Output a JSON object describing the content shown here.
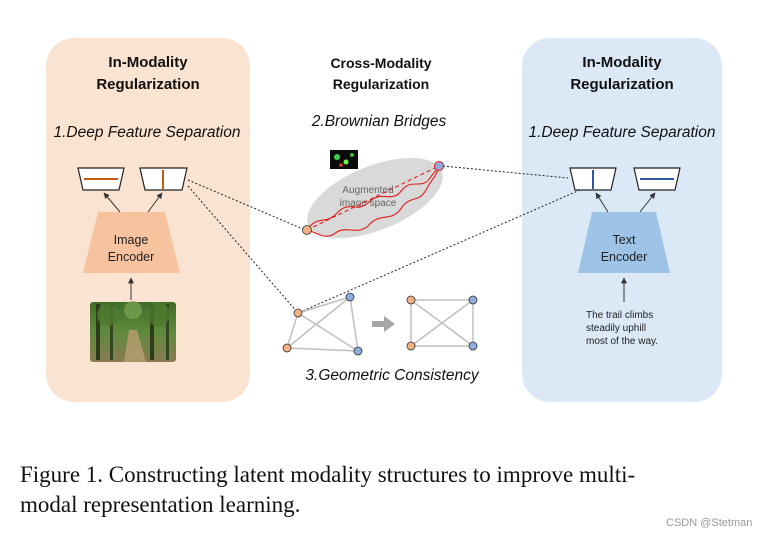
{
  "left_panel": {
    "title_line1": "In-Modality",
    "title_line2": "Regularization",
    "subtitle": "1.Deep Feature Separation",
    "encoder_line1": "Image",
    "encoder_line2": "Encoder"
  },
  "right_panel": {
    "title_line1": "In-Modality",
    "title_line2": "Regularization",
    "subtitle": "1.Deep Feature Separation",
    "encoder_line1": "Text",
    "encoder_line2": "Encoder",
    "text_input_line1": "The trail climbs",
    "text_input_line2": "steadily uphill",
    "text_input_line3": "most of the way."
  },
  "center": {
    "title_line1": "Cross-Modality",
    "title_line2": "Regularization",
    "bridges_label": "2.Brownian Bridges",
    "space_line1": "Augmented",
    "space_line2": "image space",
    "geometric_label": "3.Geometric Consistency"
  },
  "caption": {
    "line1": "Figure 1. Constructing latent modality structures to improve multi-",
    "line2": "modal representation learning."
  },
  "watermark": "CSDN @Stetman",
  "colors": {
    "left_panel_bg": "#fbe3d1",
    "right_panel_bg": "#dbe8f5",
    "image_encoder": "#f7c29e",
    "text_encoder": "#9dc3e6",
    "orange_node": "#f4b183",
    "blue_node": "#8faadc",
    "bridge_red": "#e31a1c",
    "feature_orange": "#c55a11",
    "feature_blue": "#2f55a4"
  }
}
